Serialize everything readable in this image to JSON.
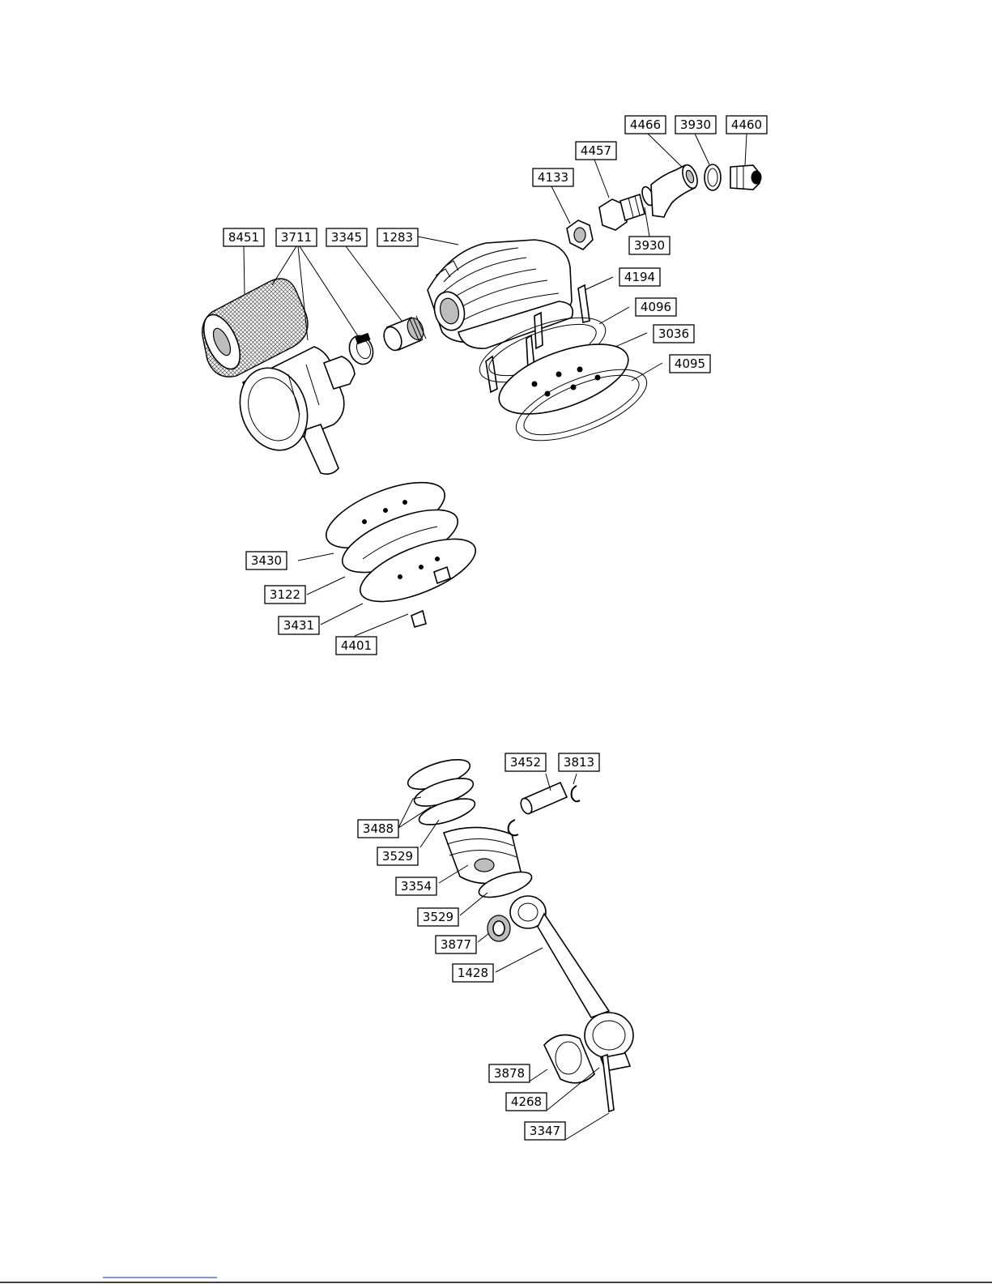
{
  "diagram": {
    "labels": [
      {
        "id": "lbl-4466",
        "text": "4466"
      },
      {
        "id": "lbl-3930-top",
        "text": "3930"
      },
      {
        "id": "lbl-4460",
        "text": "4460"
      },
      {
        "id": "lbl-4457",
        "text": "4457"
      },
      {
        "id": "lbl-4133",
        "text": "4133"
      },
      {
        "id": "lbl-3930-mid",
        "text": "3930"
      },
      {
        "id": "lbl-8451",
        "text": "8451"
      },
      {
        "id": "lbl-3711",
        "text": "3711"
      },
      {
        "id": "lbl-3345",
        "text": "3345"
      },
      {
        "id": "lbl-1283",
        "text": "1283"
      },
      {
        "id": "lbl-4194",
        "text": "4194"
      },
      {
        "id": "lbl-4096",
        "text": "4096"
      },
      {
        "id": "lbl-3036",
        "text": "3036"
      },
      {
        "id": "lbl-4095",
        "text": "4095"
      },
      {
        "id": "lbl-3430",
        "text": "3430"
      },
      {
        "id": "lbl-3122",
        "text": "3122"
      },
      {
        "id": "lbl-3431",
        "text": "3431"
      },
      {
        "id": "lbl-4401",
        "text": "4401"
      },
      {
        "id": "lbl-3452",
        "text": "3452"
      },
      {
        "id": "lbl-3813",
        "text": "3813"
      },
      {
        "id": "lbl-3488",
        "text": "3488"
      },
      {
        "id": "lbl-3529-top",
        "text": "3529"
      },
      {
        "id": "lbl-3354",
        "text": "3354"
      },
      {
        "id": "lbl-3529-low",
        "text": "3529"
      },
      {
        "id": "lbl-3877",
        "text": "3877"
      },
      {
        "id": "lbl-1428",
        "text": "1428"
      },
      {
        "id": "lbl-3878",
        "text": "3878"
      },
      {
        "id": "lbl-4268",
        "text": "4268"
      },
      {
        "id": "lbl-3347",
        "text": "3347"
      }
    ]
  }
}
